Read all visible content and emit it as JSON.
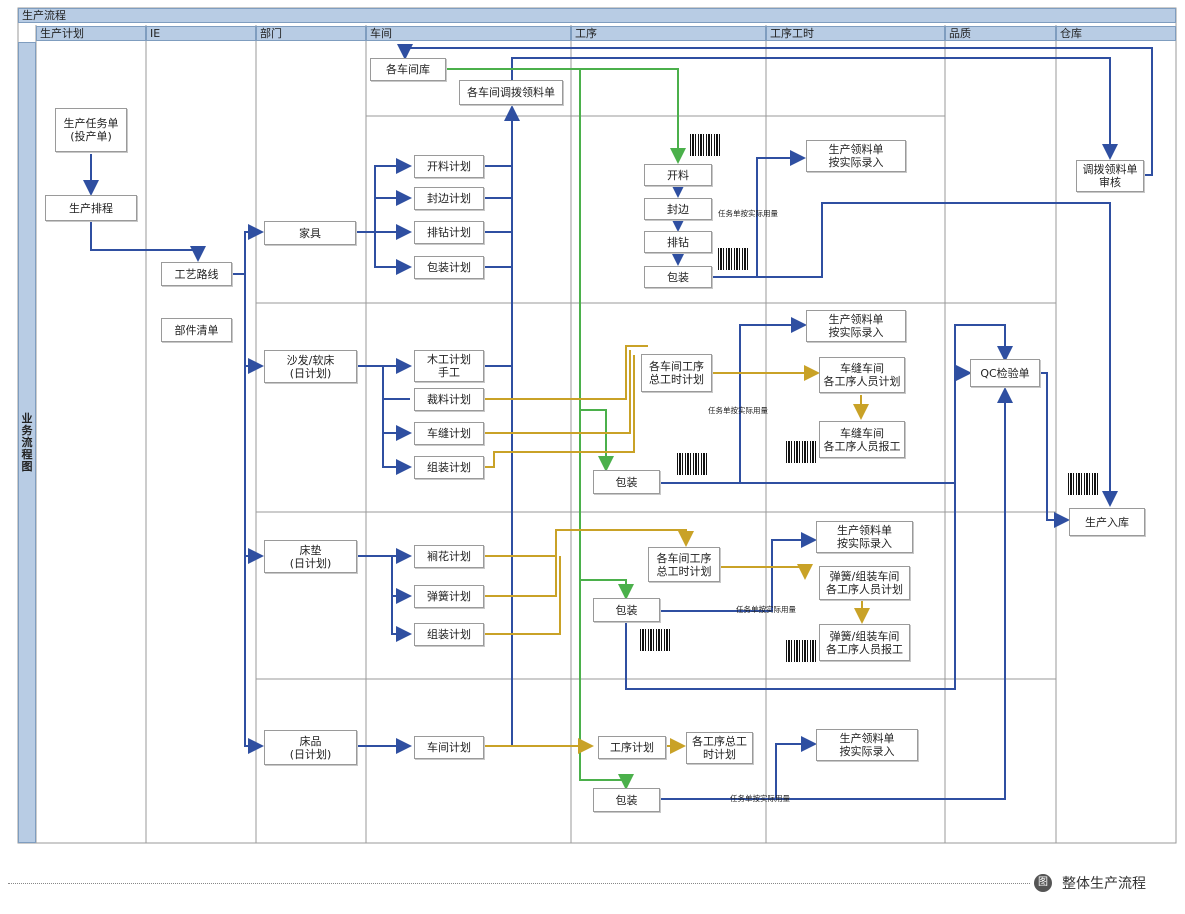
{
  "title": "生产流程",
  "side_title": "业务流程图",
  "lanes": [
    "生产计划",
    "IE",
    "部门",
    "车间",
    "工序",
    "工序工时",
    "品质",
    "仓库"
  ],
  "rows": {
    "furniture": "家具",
    "sofa": "沙发/软床\n(日计划)",
    "mattress": "床垫\n(日计划)",
    "bedding": "床品\n(日计划)"
  },
  "nodes": {
    "task_order": "生产任务单\n(投产单)",
    "schedule": "生产排程",
    "route": "工艺路线",
    "bom": "部件清单",
    "ws_warehouse": "各车间库",
    "ws_requisition": "各车间调拨领料单",
    "cut_plan": "开料计划",
    "edge_plan": "封边计划",
    "drill_plan": "排钻计划",
    "pack_plan": "包装计划",
    "step_cut": "开料",
    "step_edge": "封边",
    "step_drill": "排钻",
    "step_pack": "包装",
    "mat_req1": "生产领料单\n按实际录入",
    "transfer_req": "调拨领料单\n审核",
    "wood_plan": "木工计划\n手工",
    "cloth_cut_plan": "裁料计划",
    "sew_plan": "车缝计划",
    "assemble_plan": "组装计划",
    "sofa_hours": "各车间工序\n总工时计划",
    "sofa_pack": "包装",
    "mat_req2": "生产领料单\n按实际录入",
    "sew_staff_plan": "车缝车间\n各工序人员计划",
    "sew_staff_report": "车缝车间\n各工序人员报工",
    "qc": "QC检验单",
    "stock_in": "生产入库",
    "quilt_plan": "裥花计划",
    "spring_plan": "弹簧计划",
    "mat_assemble_plan": "组装计划",
    "mat_hours": "各车间工序\n总工时计划",
    "mat_pack": "包装",
    "mat_req3": "生产领料单\n按实际录入",
    "spring_staff_plan": "弹簧/组装车间\n各工序人员计划",
    "spring_staff_report": "弹簧/组装车间\n各工序人员报工",
    "ws_plan": "车间计划",
    "proc_plan": "工序计划",
    "proc_hours": "各工序总工\n时计划",
    "bed_pack": "包装",
    "mat_req4": "生产领料单\n按实际录入"
  },
  "annotations": {
    "a1": "任务单按实际用量",
    "a2": "任务单按实际用量",
    "a3": "任务单按实际用量",
    "a4": "任务单按实际用量"
  },
  "colors": {
    "blue": "#2f4fa1",
    "green": "#4bb04b",
    "gold": "#c9a227",
    "header": "#b8cce4"
  },
  "caption": "整体生产流程",
  "caption_icon": "图"
}
